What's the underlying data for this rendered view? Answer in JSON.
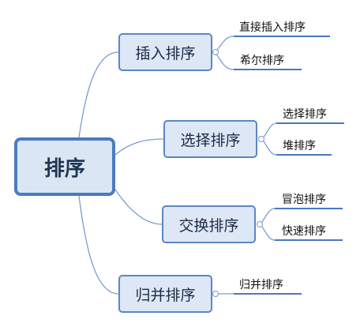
{
  "root": {
    "label": "排序"
  },
  "branches": [
    {
      "label": "插入排序",
      "children": [
        "直接插入排序",
        "希尔排序"
      ]
    },
    {
      "label": "选择排序",
      "children": [
        "选择排序",
        "堆排序"
      ]
    },
    {
      "label": "交换排序",
      "children": [
        "冒泡排序",
        "快速排序"
      ]
    },
    {
      "label": "归并排序",
      "children": [
        "归并排序"
      ]
    }
  ],
  "colors": {
    "connector": "#7c9ccf",
    "underline": "#4a78c2",
    "node_fill": "#dde7f5",
    "node_border": "#5b86c6"
  }
}
